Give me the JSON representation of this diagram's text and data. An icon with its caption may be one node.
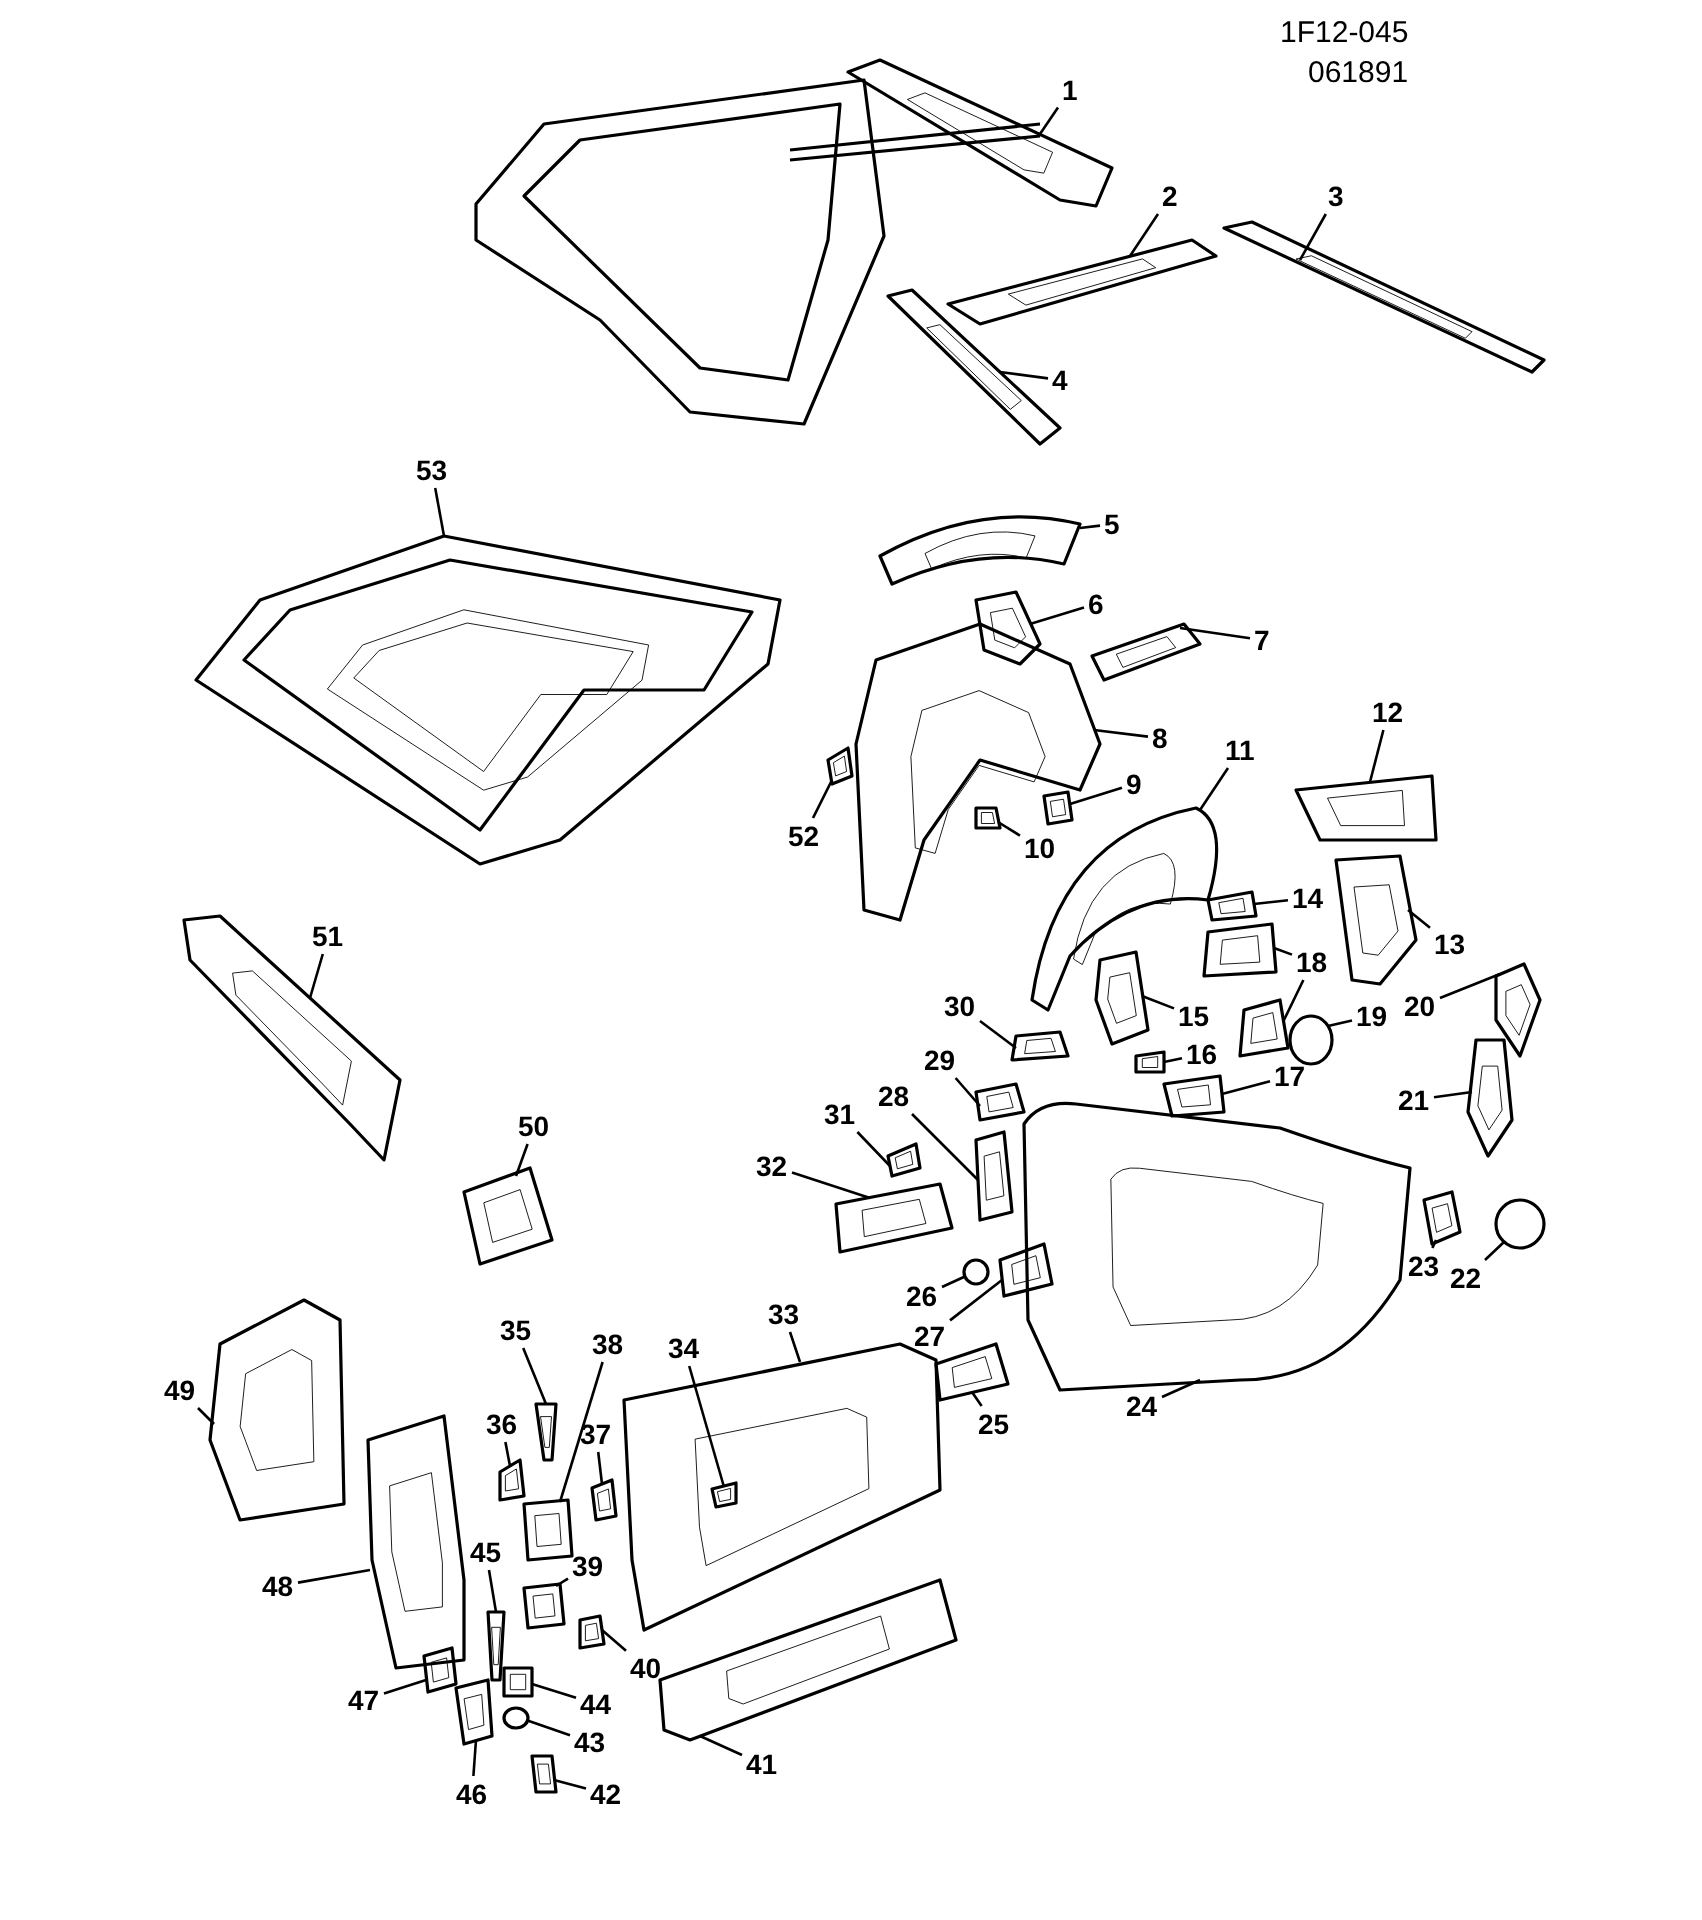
{
  "diagram": {
    "nodes": [
      {
        "text": [
          "1"
        ]
      },
      {
        "text": [
          "2"
        ]
      },
      {
        "text": [
          "3"
        ]
      },
      {
        "text": [
          "4"
        ]
      },
      {
        "text": [
          "5"
        ]
      },
      {
        "text": [
          "6"
        ]
      },
      {
        "text": [
          "7"
        ]
      },
      {
        "text": [
          "8"
        ]
      },
      {
        "text": [
          "9"
        ]
      },
      {
        "text": [
          "10"
        ]
      },
      {
        "text": [
          "11"
        ]
      },
      {
        "text": [
          "12"
        ]
      },
      {
        "text": [
          "13"
        ]
      },
      {
        "text": [
          "14"
        ]
      },
      {
        "text": [
          "15"
        ]
      },
      {
        "text": [
          "16"
        ]
      },
      {
        "text": [
          "17"
        ]
      },
      {
        "text": [
          "18"
        ]
      },
      {
        "text": [
          "19"
        ]
      },
      {
        "text": [
          "20"
        ]
      },
      {
        "text": [
          "21"
        ]
      },
      {
        "text": [
          "22"
        ]
      },
      {
        "text": [
          "23"
        ]
      },
      {
        "text": [
          "24"
        ]
      },
      {
        "text": [
          "25"
        ]
      },
      {
        "text": [
          "26"
        ]
      },
      {
        "text": [
          "27"
        ]
      },
      {
        "text": [
          "28"
        ]
      },
      {
        "text": [
          "29"
        ]
      },
      {
        "text": [
          "30"
        ]
      },
      {
        "text": [
          "31"
        ]
      },
      {
        "text": [
          "32"
        ]
      },
      {
        "text": [
          "33"
        ]
      },
      {
        "text": [
          "34"
        ]
      },
      {
        "text": [
          "35"
        ]
      },
      {
        "text": [
          "36"
        ]
      },
      {
        "text": [
          "37"
        ]
      },
      {
        "text": [
          "38"
        ]
      },
      {
        "text": [
          "39"
        ]
      },
      {
        "text": [
          "40"
        ]
      },
      {
        "text": [
          "41"
        ]
      },
      {
        "text": [
          "42"
        ]
      },
      {
        "text": [
          "43"
        ]
      },
      {
        "text": [
          "44"
        ]
      },
      {
        "text": [
          "45"
        ]
      },
      {
        "text": [
          "46"
        ]
      },
      {
        "text": [
          "47"
        ]
      },
      {
        "text": [
          "48"
        ]
      },
      {
        "text": [
          "49"
        ]
      },
      {
        "text": [
          "50"
        ]
      },
      {
        "text": [
          "51"
        ]
      },
      {
        "text": [
          "52"
        ]
      },
      {
        "text": [
          "53"
        ]
      },
      {
        "text": [],
        "shape": "picture"
      },
      {
        "text": [],
        "shape": "picture"
      },
      {
        "text": [],
        "shape": "picture"
      },
      {
        "text": [],
        "shape": "picture"
      },
      {
        "text": [],
        "shape": "picture"
      },
      {
        "text": [],
        "shape": "picture"
      },
      {
        "text": [],
        "shape": "picture"
      },
      {
        "text": [],
        "shape": "picture"
      },
      {
        "text": [],
        "shape": "picture"
      },
      {
        "text": [],
        "shape": "picture"
      },
      {
        "text": [],
        "shape": "picture"
      },
      {
        "text": [],
        "shape": "picture"
      },
      {
        "text": [],
        "shape": "picture"
      },
      {
        "text": [],
        "shape": "picture"
      },
      {
        "text": [],
        "shape": "picture"
      },
      {
        "text": [],
        "shape": "picture"
      },
      {
        "text": [],
        "shape": "picture"
      },
      {
        "text": [],
        "shape": "picture"
      },
      {
        "text": [],
        "shape": "picture"
      },
      {
        "text": [],
        "shape": "circle"
      },
      {
        "text": [],
        "shape": "picture"
      },
      {
        "text": [],
        "shape": "picture"
      },
      {
        "text": [],
        "shape": "circle"
      },
      {
        "text": [],
        "shape": "picture"
      },
      {
        "text": [],
        "shape": "picture"
      },
      {
        "text": [],
        "shape": "picture"
      },
      {
        "text": [],
        "shape": "circle"
      },
      {
        "text": [],
        "shape": "picture"
      },
      {
        "text": [],
        "shape": "picture"
      },
      {
        "text": [],
        "shape": "picture"
      },
      {
        "text": [],
        "shape": "picture"
      },
      {
        "text": [],
        "shape": "picture"
      },
      {
        "text": [],
        "shape": "picture"
      },
      {
        "text": [],
        "shape": "picture"
      },
      {
        "text": [],
        "shape": "picture",
        "in": 86
      },
      {
        "text": [],
        "shape": "picture"
      },
      {
        "text": [],
        "shape": "picture"
      },
      {
        "text": [],
        "shape": "picture"
      },
      {
        "text": [],
        "shape": "picture"
      },
      {
        "text": [],
        "shape": "picture"
      },
      {
        "text": [],
        "shape": "picture"
      },
      {
        "text": [],
        "shape": "picture"
      },
      {
        "text": [],
        "shape": "picture"
      },
      {
        "text": [],
        "shape": "circle"
      },
      {
        "text": [],
        "shape": "picture"
      },
      {
        "text": [],
        "shape": "picture"
      },
      {
        "text": [],
        "shape": "picture"
      },
      {
        "text": [],
        "shape": "picture"
      },
      {
        "text": [],
        "shape": "picture"
      },
      {
        "text": [],
        "shape": "picture"
      },
      {
        "text": [],
        "shape": "picture"
      },
      {
        "text": [],
        "shape": "picture"
      },
      {
        "text": [],
        "shape": "picture"
      },
      {
        "text": [],
        "shape": "picture"
      }
    ],
    "edges": [
      {
        "from": 0,
        "to": 53,
        "arrow": "none"
      },
      {
        "from": 1,
        "to": 54,
        "arrow": "none"
      },
      {
        "from": 2,
        "to": 55,
        "arrow": "none"
      },
      {
        "from": 3,
        "to": 56,
        "arrow": "none"
      },
      {
        "from": 4,
        "to": 57,
        "arrow": "none"
      },
      {
        "from": 5,
        "to": 58,
        "arrow": "none"
      },
      {
        "from": 6,
        "to": 59,
        "arrow": "none"
      },
      {
        "from": 7,
        "to": 60,
        "arrow": "none"
      },
      {
        "from": 8,
        "to": 61,
        "arrow": "none"
      },
      {
        "from": 9,
        "to": 62,
        "arrow": "none"
      },
      {
        "from": 10,
        "to": 63,
        "arrow": "none"
      },
      {
        "from": 11,
        "to": 64,
        "arrow": "none"
      },
      {
        "from": 12,
        "to": 65,
        "arrow": "none"
      },
      {
        "from": 13,
        "to": 66,
        "arrow": "none"
      },
      {
        "from": 14,
        "to": 67,
        "arrow": "none"
      },
      {
        "from": 15,
        "to": 68,
        "arrow": "none"
      },
      {
        "from": 16,
        "to": 69,
        "arrow": "none"
      },
      {
        "from": 17,
        "to": 70,
        "arrow": "none"
      },
      {
        "from": 17,
        "to": 71,
        "arrow": "none"
      },
      {
        "from": 18,
        "to": 72,
        "arrow": "none"
      },
      {
        "from": 19,
        "to": 73,
        "arrow": "none"
      },
      {
        "from": 20,
        "to": 74,
        "arrow": "none"
      },
      {
        "from": 21,
        "to": 75,
        "arrow": "none"
      },
      {
        "from": 22,
        "to": 76,
        "arrow": "none"
      },
      {
        "from": 23,
        "to": 77,
        "arrow": "none"
      },
      {
        "from": 24,
        "to": 78,
        "arrow": "none"
      },
      {
        "from": 25,
        "to": 79,
        "arrow": "none"
      },
      {
        "from": 26,
        "to": 80,
        "arrow": "none"
      },
      {
        "from": 27,
        "to": 81,
        "arrow": "none"
      },
      {
        "from": 28,
        "to": 82,
        "arrow": "none"
      },
      {
        "from": 29,
        "to": 83,
        "arrow": "none"
      },
      {
        "from": 30,
        "to": 84,
        "arrow": "none"
      },
      {
        "from": 31,
        "to": 85,
        "arrow": "none"
      },
      {
        "from": 32,
        "to": 86,
        "arrow": "none"
      },
      {
        "from": 33,
        "to": 87,
        "arrow": "none"
      },
      {
        "from": 34,
        "to": 88,
        "arrow": "none"
      },
      {
        "from": 35,
        "to": 89,
        "arrow": "none"
      },
      {
        "from": 36,
        "to": 90,
        "arrow": "none"
      },
      {
        "from": 37,
        "to": 91,
        "arrow": "none"
      },
      {
        "from": 38,
        "to": 92,
        "arrow": "none"
      },
      {
        "from": 39,
        "to": 93,
        "arrow": "none"
      },
      {
        "from": 40,
        "to": 94,
        "arrow": "none"
      },
      {
        "from": 41,
        "to": 95,
        "arrow": "none"
      },
      {
        "from": 42,
        "to": 96,
        "arrow": "none"
      },
      {
        "from": 43,
        "to": 97,
        "arrow": "none"
      },
      {
        "from": 44,
        "to": 98,
        "arrow": "none"
      },
      {
        "from": 45,
        "to": 99,
        "arrow": "none"
      },
      {
        "from": 46,
        "to": 100,
        "arrow": "none"
      },
      {
        "from": 47,
        "to": 101,
        "arrow": "none"
      },
      {
        "from": 48,
        "to": 102,
        "arrow": "none"
      },
      {
        "from": 49,
        "to": 103,
        "arrow": "none"
      },
      {
        "from": 50,
        "to": 104,
        "arrow": "none"
      },
      {
        "from": 51,
        "to": 105,
        "arrow": "none"
      },
      {
        "from": 52,
        "to": 106,
        "arrow": "none"
      }
    ],
    "labels": [
      "1F12-045",
      "061891"
    ]
  }
}
